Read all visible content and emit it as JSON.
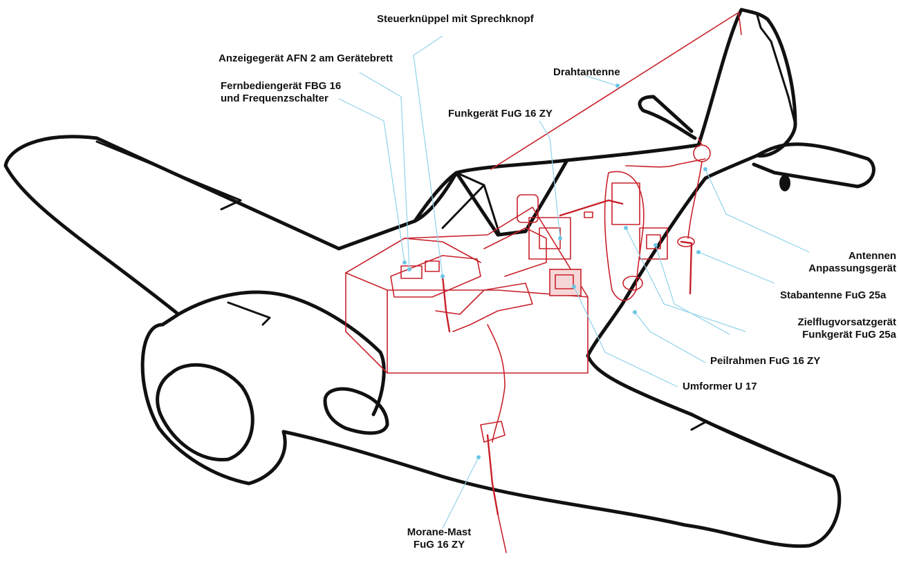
{
  "colors": {
    "outline": "#111111",
    "equipment": "#c8202a",
    "leader_line": "#8fd3ea",
    "leader_dot": "#6cc6e6"
  },
  "labels": {
    "steuerknueppel": "Steuerknüppel mit Sprechknopf",
    "anzeigegeraet": "Anzeigegerät AFN 2 am Gerätebrett",
    "fernbediengeraet_1": "Fernbediengerät FBG 16",
    "fernbediengeraet_2": "und Frequenzschalter",
    "drahtantenne": "Drahtantenne",
    "funkgeraet_fug16": "Funkgerät FuG 16 ZY",
    "antennen_1": "Antennen",
    "antennen_2": "Anpassungsgerät",
    "stabantenne": "Stabantenne FuG 25a",
    "zielflug_1": "Zielflugvorsatzgerät",
    "zielflug_2": "Funkgerät FuG 25a",
    "peilrahmen": "Peilrahmen FuG 16 ZY",
    "umformer": "Umformer U 17",
    "morane_1": "Morane-Mast",
    "morane_2": "FuG 16 ZY"
  }
}
